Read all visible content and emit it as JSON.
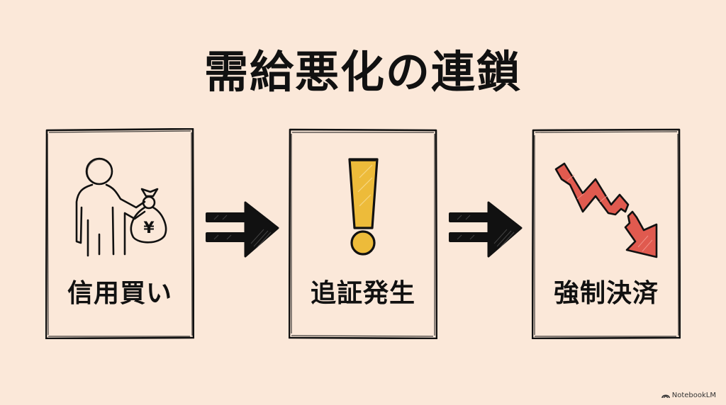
{
  "title": "需給悪化の連鎖",
  "steps": [
    {
      "label": "信用買い",
      "icon": "person-holding-yen-bag-icon",
      "bag_symbol": "¥"
    },
    {
      "label": "追証発生",
      "icon": "exclamation-mark-icon",
      "accent": "#EDBB3A"
    },
    {
      "label": "強制決済",
      "icon": "crashing-down-arrow-icon",
      "accent": "#E05A4F"
    }
  ],
  "connectors": [
    {
      "icon": "double-arrow-right-icon"
    },
    {
      "icon": "double-arrow-right-icon"
    }
  ],
  "colors": {
    "background": "#FBE8D9",
    "ink": "#111111",
    "warning_yellow": "#EDBB3A",
    "danger_red": "#E05A4F"
  },
  "brand": {
    "label": "NotebookLM"
  }
}
